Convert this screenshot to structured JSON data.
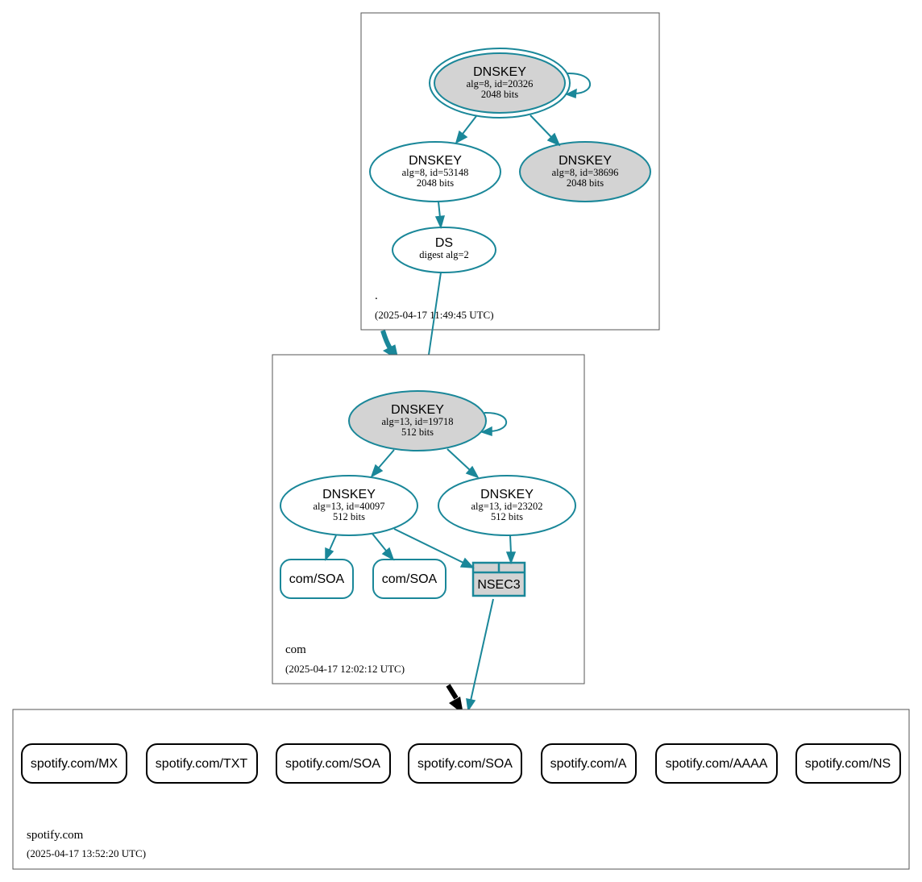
{
  "colors": {
    "edge": "#1a8799",
    "secure_entry_fill": "#d3d3d3",
    "delegation_arrow": "#000000"
  },
  "zones": {
    "root": {
      "name": ".",
      "timestamp": "(2025-04-17 11:49:45 UTC)",
      "ksk": {
        "title": "DNSKEY",
        "detail": "alg=8, id=20326",
        "bits": "2048 bits"
      },
      "zsk1": {
        "title": "DNSKEY",
        "detail": "alg=8, id=53148",
        "bits": "2048 bits"
      },
      "zsk2": {
        "title": "DNSKEY",
        "detail": "alg=8, id=38696",
        "bits": "2048 bits"
      },
      "ds": {
        "title": "DS",
        "detail": "digest alg=2"
      }
    },
    "com": {
      "name": "com",
      "timestamp": "(2025-04-17 12:02:12 UTC)",
      "ksk": {
        "title": "DNSKEY",
        "detail": "alg=13, id=19718",
        "bits": "512 bits"
      },
      "zsk1": {
        "title": "DNSKEY",
        "detail": "alg=13, id=40097",
        "bits": "512 bits"
      },
      "zsk2": {
        "title": "DNSKEY",
        "detail": "alg=13, id=23202",
        "bits": "512 bits"
      },
      "soa1": "com/SOA",
      "soa2": "com/SOA",
      "nsec3": "NSEC3"
    },
    "spotify": {
      "name": "spotify.com",
      "timestamp": "(2025-04-17 13:52:20 UTC)",
      "records": [
        "spotify.com/MX",
        "spotify.com/TXT",
        "spotify.com/SOA",
        "spotify.com/SOA",
        "spotify.com/A",
        "spotify.com/AAAA",
        "spotify.com/NS"
      ]
    }
  }
}
